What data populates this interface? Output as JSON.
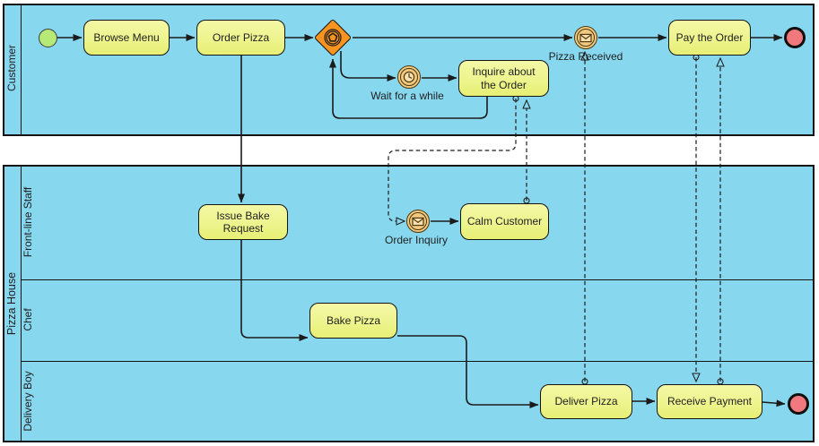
{
  "colors": {
    "pool_fill": "#87D8EF",
    "task_fill": "#EDF48D",
    "task_fill_light": "#F4F8A6",
    "gateway_fill": "#F7941F",
    "event_fill": "#F3C87F",
    "event_icon_fill": "#F9DFAD",
    "event_stroke": "#4C3A10",
    "start_fill": "#B7E976",
    "end_fill": "#F1797D",
    "line": "#1B1B1B",
    "border": "#141414",
    "text": "#1F1F1F",
    "canvas_bg": "#FFFFFF"
  },
  "pools": [
    {
      "label": "Customer",
      "lanes": []
    },
    {
      "label": "Pizza House",
      "lanes": [
        {
          "label": "Front-line Staff"
        },
        {
          "label": "Chef"
        },
        {
          "label": "Delivery Boy"
        }
      ]
    }
  ],
  "nodes": {
    "start_event": {
      "type": "start-event",
      "label": ""
    },
    "browse_menu": {
      "type": "task",
      "label": "Browse Menu"
    },
    "order_pizza": {
      "type": "task",
      "label": "Order Pizza"
    },
    "event_gateway": {
      "type": "event-based-gateway",
      "label": ""
    },
    "wait_for_a_while": {
      "type": "intermediate-timer-event",
      "label": "Wait for a while"
    },
    "inquire_about_the_order": {
      "type": "task",
      "label": "Inquire about the Order"
    },
    "pizza_received": {
      "type": "intermediate-message-event",
      "label": "Pizza Received"
    },
    "pay_the_order": {
      "type": "task",
      "label": "Pay the Order"
    },
    "end_event_customer": {
      "type": "end-event",
      "label": ""
    },
    "issue_bake_request": {
      "type": "task",
      "label": "Issue Bake Request"
    },
    "order_inquiry": {
      "type": "intermediate-message-event",
      "label": "Order Inquiry"
    },
    "calm_customer": {
      "type": "task",
      "label": "Calm Customer"
    },
    "bake_pizza": {
      "type": "task",
      "label": "Bake Pizza"
    },
    "deliver_pizza": {
      "type": "task",
      "label": "Deliver Pizza"
    },
    "receive_payment": {
      "type": "task",
      "label": "Receive Payment"
    },
    "end_event_pizza_house": {
      "type": "end-event",
      "label": ""
    }
  },
  "edges": {
    "sequence_flows": [
      {
        "from": "start_event",
        "to": "browse_menu"
      },
      {
        "from": "browse_menu",
        "to": "order_pizza"
      },
      {
        "from": "order_pizza",
        "to": "event_gateway"
      },
      {
        "from": "event_gateway",
        "to": "pizza_received"
      },
      {
        "from": "pizza_received",
        "to": "pay_the_order"
      },
      {
        "from": "pay_the_order",
        "to": "end_event_customer"
      },
      {
        "from": "event_gateway",
        "to": "wait_for_a_while"
      },
      {
        "from": "wait_for_a_while",
        "to": "inquire_about_the_order"
      },
      {
        "from": "inquire_about_the_order",
        "to": "event_gateway"
      },
      {
        "from": "order_pizza",
        "to": "issue_bake_request"
      },
      {
        "from": "issue_bake_request",
        "to": "bake_pizza"
      },
      {
        "from": "bake_pizza",
        "to": "deliver_pizza"
      },
      {
        "from": "deliver_pizza",
        "to": "receive_payment"
      },
      {
        "from": "receive_payment",
        "to": "end_event_pizza_house"
      },
      {
        "from": "order_inquiry",
        "to": "calm_customer"
      }
    ],
    "message_flows": [
      {
        "from": "inquire_about_the_order",
        "to": "order_inquiry"
      },
      {
        "from": "calm_customer",
        "to": "inquire_about_the_order"
      },
      {
        "from": "deliver_pizza",
        "to": "pizza_received"
      },
      {
        "from": "pay_the_order",
        "to": "receive_payment"
      },
      {
        "from": "receive_payment",
        "to": "pay_the_order"
      }
    ]
  }
}
